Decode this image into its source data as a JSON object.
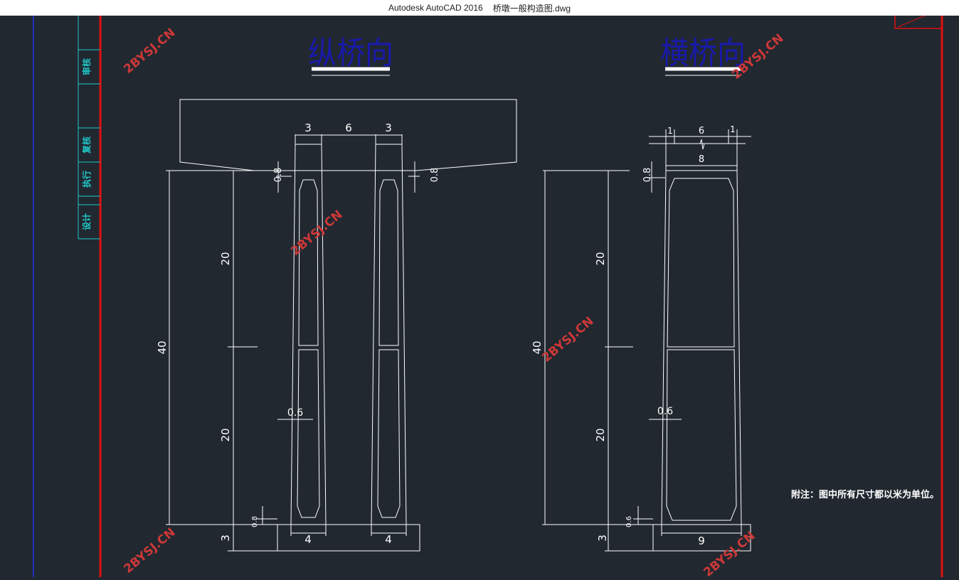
{
  "window": {
    "app": "Autodesk AutoCAD 2016",
    "file": "桥墩一般构造图.dwg"
  },
  "title_block": {
    "review": "审核",
    "recheck": "复核",
    "execute": "执行",
    "design": "设计"
  },
  "views": {
    "longitudinal": {
      "title": "纵桥向"
    },
    "transverse": {
      "title": "横桥向"
    }
  },
  "dims": {
    "d3a": "3",
    "d6": "6",
    "d3b": "3",
    "d08_left": "0.8",
    "d08_right": "0.8",
    "d20_top": "20",
    "d40": "40",
    "d20_bot": "20",
    "d06": "0.6",
    "d08_base": "0.8",
    "d3_base": "3",
    "d4a": "4",
    "d4b": "4",
    "t_d1a": "1",
    "t_d6": "6",
    "t_d1b": "1",
    "t_d8": "8",
    "t_d08": "0.8",
    "t_d20_top": "20",
    "t_d40": "40",
    "t_d20_bot": "20",
    "t_d06": "0.6",
    "t_d08_base": "0.6",
    "t_d3_base": "3",
    "t_d9": "9"
  },
  "note": "附注：图中所有尺寸都以米为单位。",
  "watermark": "2BYSJ.CN",
  "colors": {
    "background": "#212830",
    "line": "#ffffff",
    "title": "#1a1aaa",
    "border_red": "#e01010",
    "border_blue": "#2030c0",
    "cyan": "#20c8c8",
    "watermark": "#cc3838"
  }
}
